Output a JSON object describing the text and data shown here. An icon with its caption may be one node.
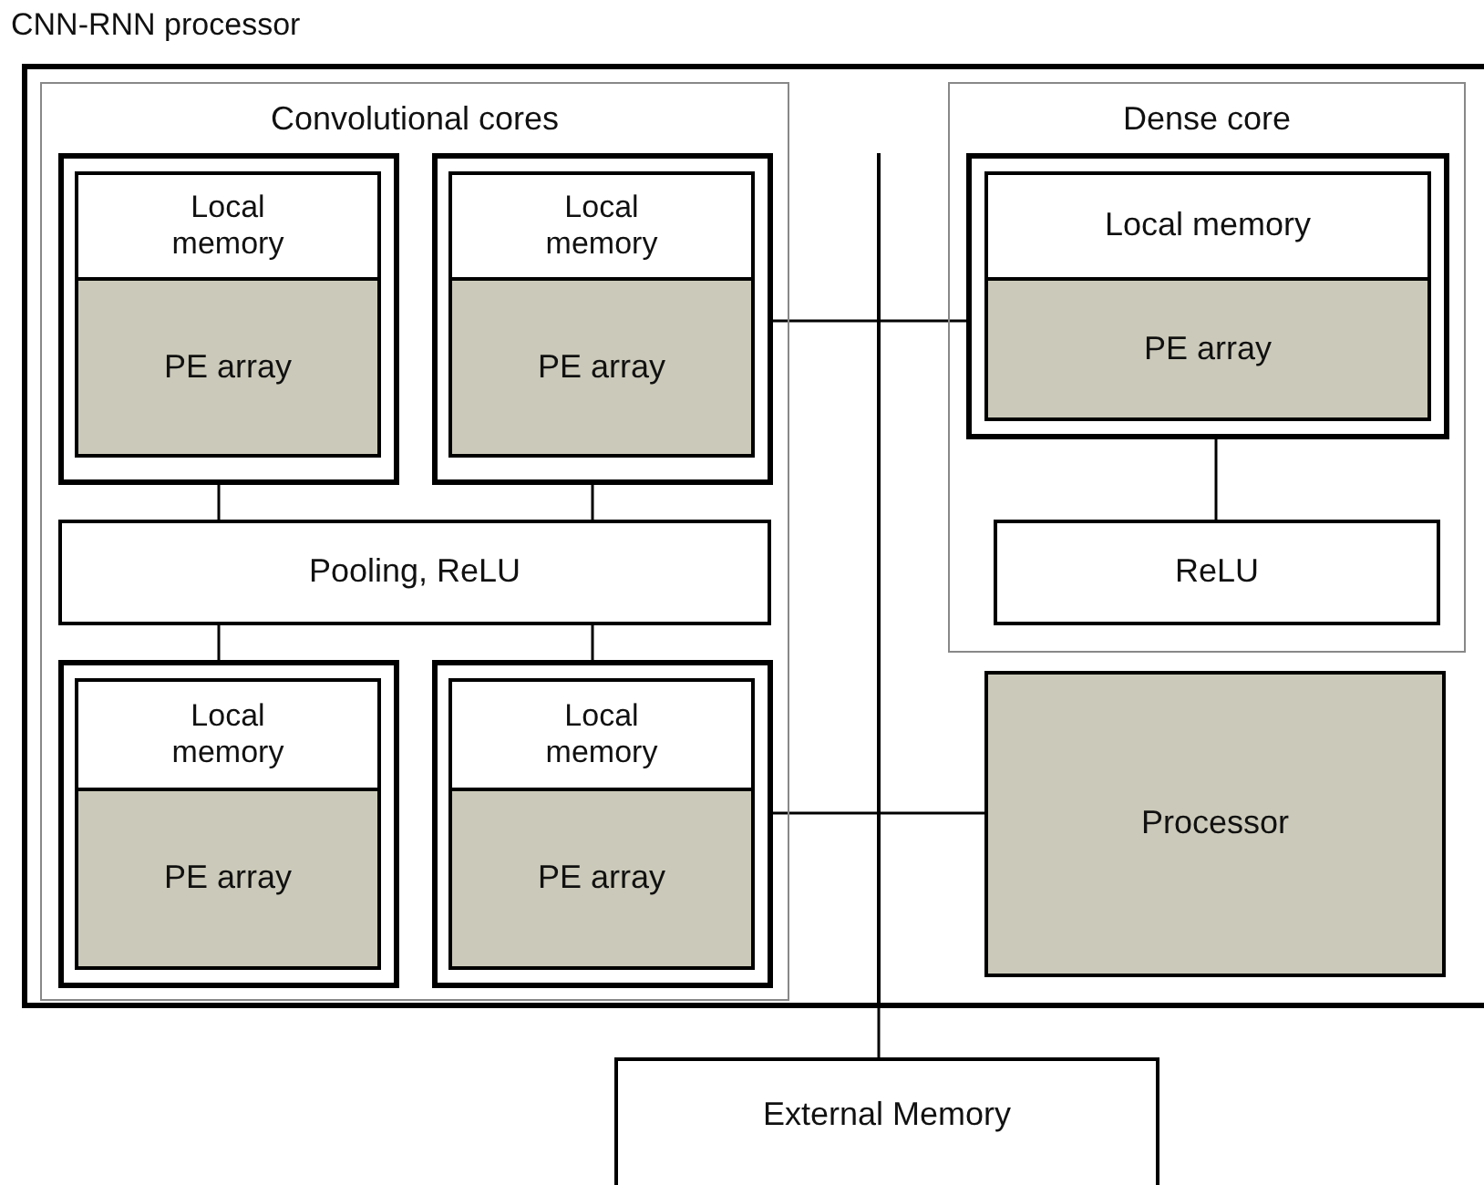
{
  "diagram": {
    "nodes": [
      {
        "text": [
          "CNN-RNN processor"
        ]
      },
      {
        "text": [
          "Convolutional cores"
        ],
        "in": 0
      },
      {
        "text": [],
        "shape": "box",
        "in": 1
      },
      {
        "text": [
          "Local memory"
        ],
        "in": 2
      },
      {
        "text": [
          "PE array"
        ],
        "in": 2
      },
      {
        "text": [],
        "shape": "box",
        "in": 1
      },
      {
        "text": [
          "Local memory"
        ],
        "in": 5
      },
      {
        "text": [
          "PE array"
        ],
        "in": 5
      },
      {
        "text": [
          "Pooling, ReLU"
        ],
        "in": 1
      },
      {
        "text": [],
        "shape": "box",
        "in": 1
      },
      {
        "text": [
          "Local memory"
        ],
        "in": 9
      },
      {
        "text": [
          "PE array"
        ],
        "in": 9
      },
      {
        "text": [],
        "shape": "box",
        "in": 1
      },
      {
        "text": [
          "Local memory"
        ],
        "in": 12
      },
      {
        "text": [
          "PE array"
        ],
        "in": 12
      },
      {
        "text": [
          "Dense core"
        ],
        "in": 0
      },
      {
        "text": [],
        "shape": "box",
        "in": 15
      },
      {
        "text": [
          "Local memory"
        ],
        "in": 16
      },
      {
        "text": [
          "PE array"
        ],
        "in": 16
      },
      {
        "text": [
          "ReLU"
        ],
        "in": 15
      },
      {
        "text": [
          "Processor"
        ],
        "in": 0
      },
      {
        "text": [],
        "shape": "bar",
        "in": 0
      },
      {
        "text": [
          "External Memory"
        ]
      }
    ],
    "edges": [
      {
        "from": 2,
        "to": 8,
        "arrow": "none"
      },
      {
        "from": 5,
        "to": 8,
        "arrow": "none"
      },
      {
        "from": 8,
        "to": 9,
        "arrow": "none"
      },
      {
        "from": 8,
        "to": 12,
        "arrow": "none"
      },
      {
        "from": 16,
        "to": 19,
        "arrow": "none"
      },
      {
        "from": 5,
        "to": 21,
        "arrow": "none"
      },
      {
        "from": 21,
        "to": 16,
        "arrow": "none"
      },
      {
        "from": 12,
        "to": 21,
        "arrow": "none"
      },
      {
        "from": 21,
        "to": 20,
        "arrow": "none"
      },
      {
        "from": 21,
        "to": 22,
        "arrow": "none"
      }
    ]
  }
}
